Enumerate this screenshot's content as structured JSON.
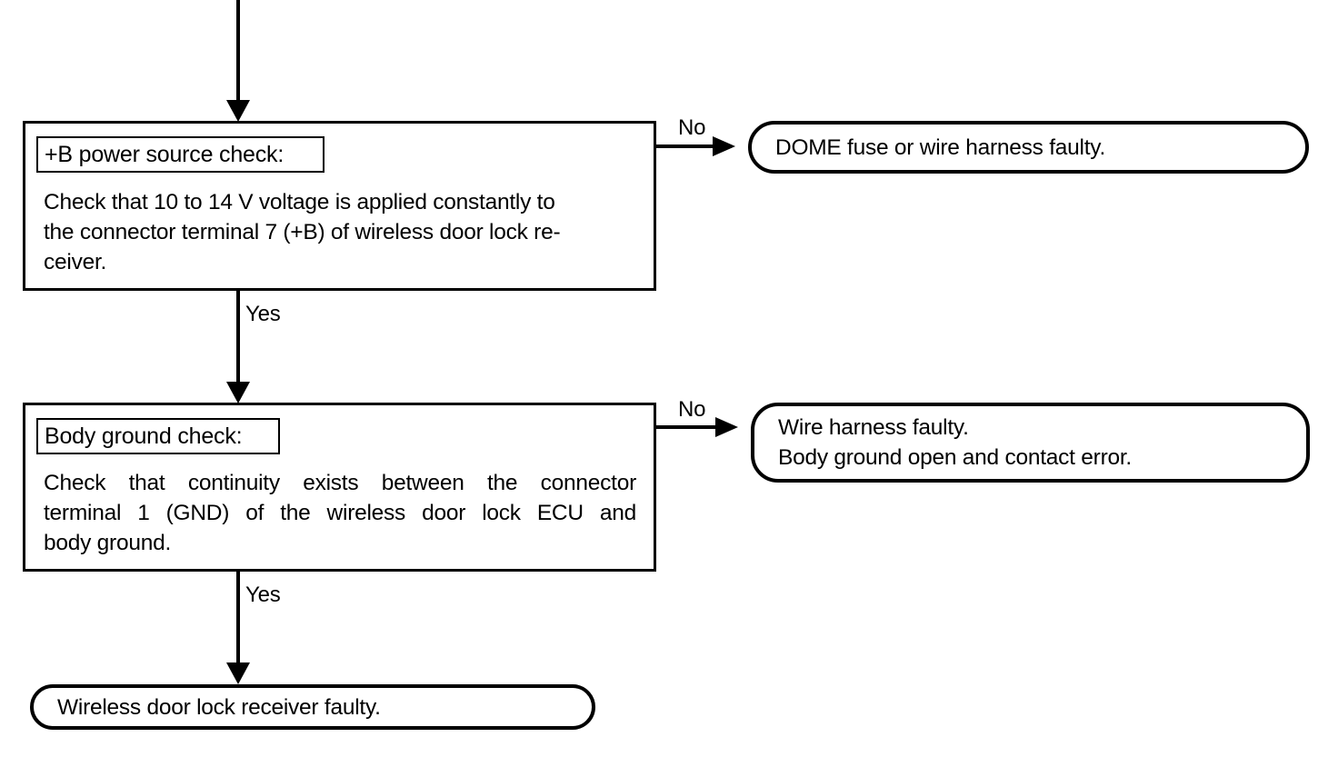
{
  "diagram": {
    "title": "Wireless door lock receiver power and ground troubleshooting flowchart",
    "line_color": "#000000",
    "background_color": "#ffffff"
  },
  "nodes": {
    "check1": {
      "caption": "+B power source check:",
      "body_line1": "Check that 10 to 14 V voltage is applied constantly to",
      "body_line2": "the connector terminal 7 (+B) of wireless door lock re-",
      "body_line3": "ceiver."
    },
    "result1": {
      "line1": "DOME fuse or wire harness faulty."
    },
    "check2": {
      "caption": "Body ground check:",
      "body_line1": "Check that continuity exists between the connector",
      "body_line2": "terminal 1 (GND) of the wireless door lock ECU and",
      "body_line3": "body ground."
    },
    "result2": {
      "line1": "Wire harness faulty.",
      "line2": "Body ground open and contact error."
    },
    "result3": {
      "line1": "Wireless door lock receiver faulty."
    }
  },
  "edges": {
    "no1": "No",
    "yes1": "Yes",
    "no2": "No",
    "yes2": "Yes"
  }
}
